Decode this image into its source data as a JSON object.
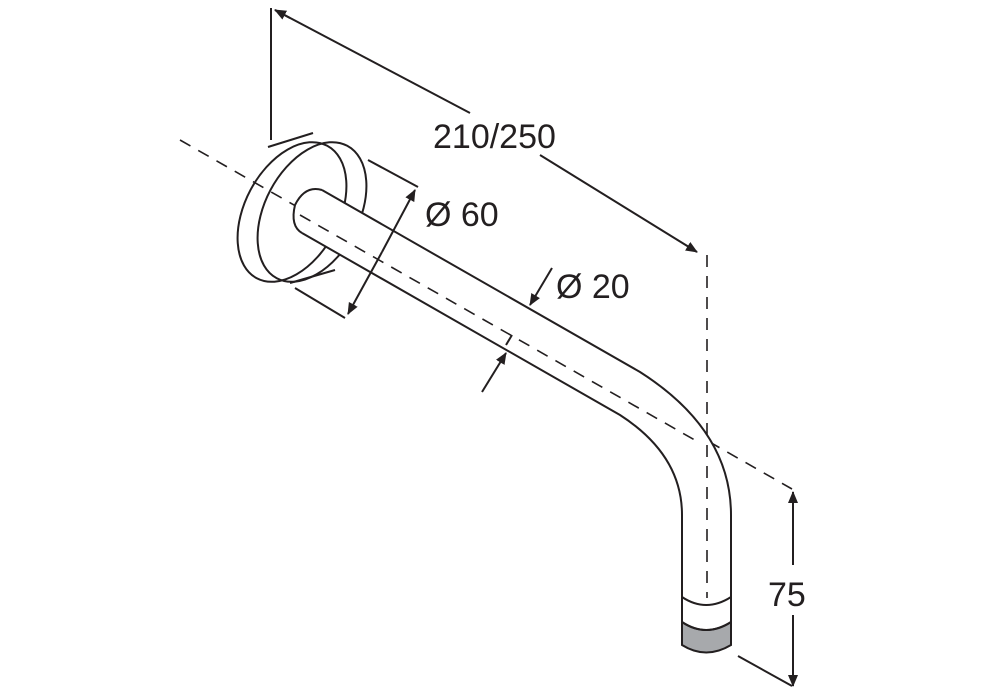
{
  "dimensions": {
    "length": "210/250",
    "flange_diameter": "Ø 60",
    "pipe_diameter": "Ø 20",
    "drop_height": "75"
  },
  "colors": {
    "line": "#231f20",
    "outlet_fill": "#a7a9ac"
  }
}
